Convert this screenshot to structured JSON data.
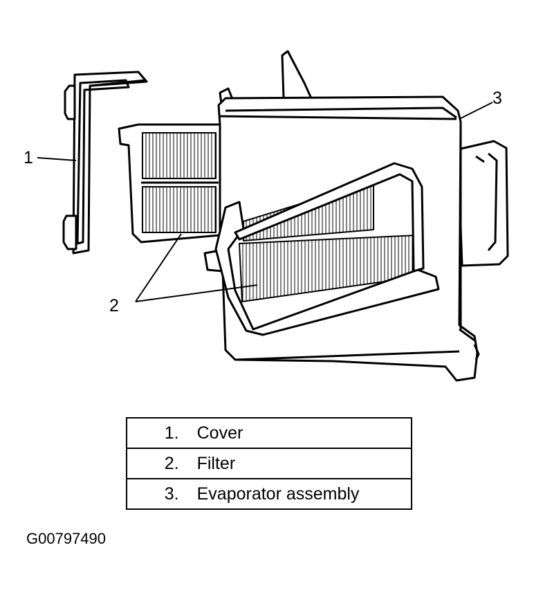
{
  "callouts": [
    "1",
    "2",
    "3"
  ],
  "legend": [
    {
      "num": "1.",
      "label": "Cover"
    },
    {
      "num": "2.",
      "label": "Filter"
    },
    {
      "num": "3.",
      "label": "Evaporator assembly"
    }
  ],
  "figure_id": "G00797490"
}
